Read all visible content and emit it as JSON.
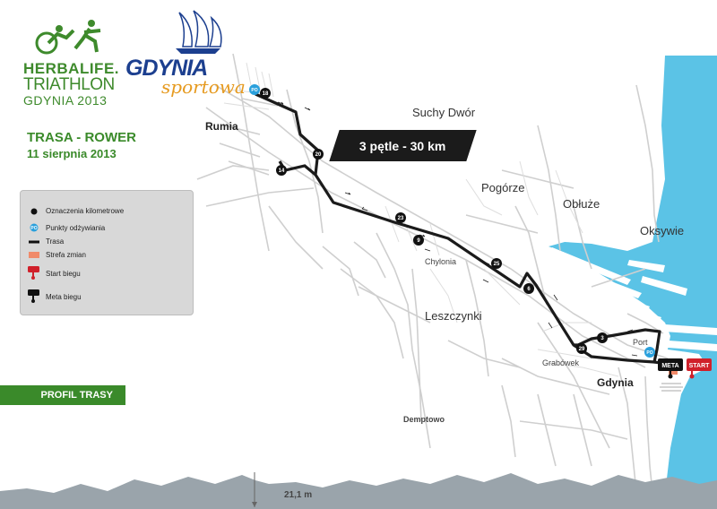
{
  "logos": {
    "herbalife_line1": "HERBALIFE.",
    "herbalife_line2": "TRIATHLON",
    "herbalife_line3": "GDYNIA 2013",
    "gdynia_line1": "GDYNIA",
    "gdynia_line2": "sportowa"
  },
  "title": "TRASA - ROWER",
  "date": "11 sierpnia 2013",
  "banner": "3 pętle - 30 km",
  "legend": {
    "items": [
      {
        "icon": "km-marker-icon",
        "label": "Oznaczenia kilometrowe"
      },
      {
        "icon": "water-point-icon",
        "label": "Punkty odżywiania"
      },
      {
        "icon": "route-line-icon",
        "label": "Trasa"
      },
      {
        "icon": "transition-zone-icon",
        "label": "Strefa zmian"
      },
      {
        "icon": "start-flag-icon",
        "label": "Start biegu"
      },
      {
        "icon": "finish-flag-icon",
        "label": "Meta biegu"
      }
    ],
    "water_icon_text": "PO"
  },
  "places": {
    "rumia": "Rumia",
    "suchy_dwor": "Suchy Dwór",
    "pogorze": "Pogórze",
    "obluze": "Obłuże",
    "oksywie": "Oksywie",
    "chylonia": "Chylonia",
    "leszczynki": "Leszczynki",
    "port": "Port",
    "grabowek": "Grabówek",
    "gdynia": "Gdynia",
    "demptowo": "Demptowo"
  },
  "km_markers": [
    "18",
    "20",
    "14",
    "23",
    "9",
    "25",
    "6",
    "3",
    "29"
  ],
  "water_points": [
    "PO",
    "PO"
  ],
  "meta_label": "META",
  "start_label": "START",
  "profile_label": "PROFIL TRASY",
  "elevation": "21,1 m",
  "colors": {
    "green": "#3a8a2a",
    "route": "#1b1b1b",
    "sea": "#5bc3e6",
    "roads": "#cfcfcf",
    "start_red": "#d0202a",
    "water_blue": "#2aa0dc"
  }
}
